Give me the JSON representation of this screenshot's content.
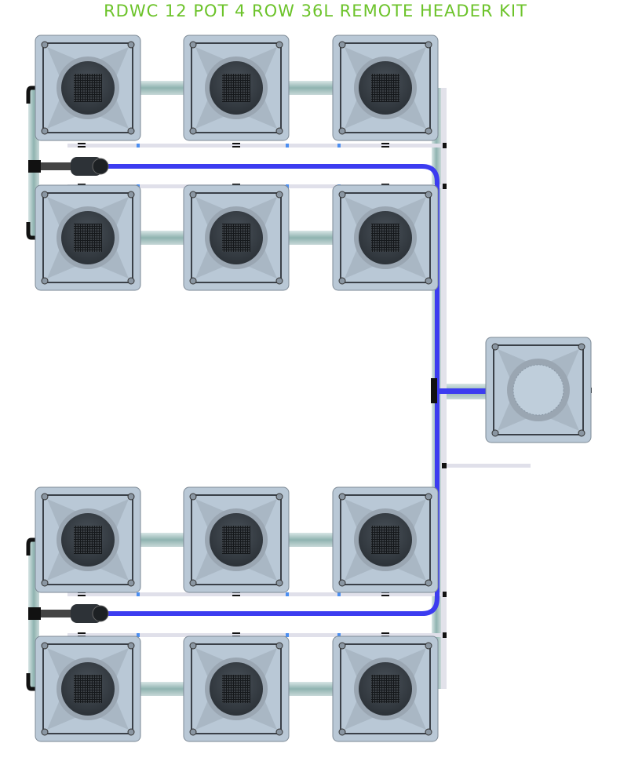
{
  "title": "RDWC 12 POT 4 ROW 36L REMOTE HEADER KIT",
  "layout": {
    "rows": 4,
    "columns": 3,
    "pots": 12,
    "remote_tank": 1
  },
  "colors": {
    "title": "#6cc32a",
    "return_line": "#3c3cf0",
    "pot_body": "#b9c8d6",
    "pipe": "#9fbcbc",
    "lid": "#3b4148"
  }
}
